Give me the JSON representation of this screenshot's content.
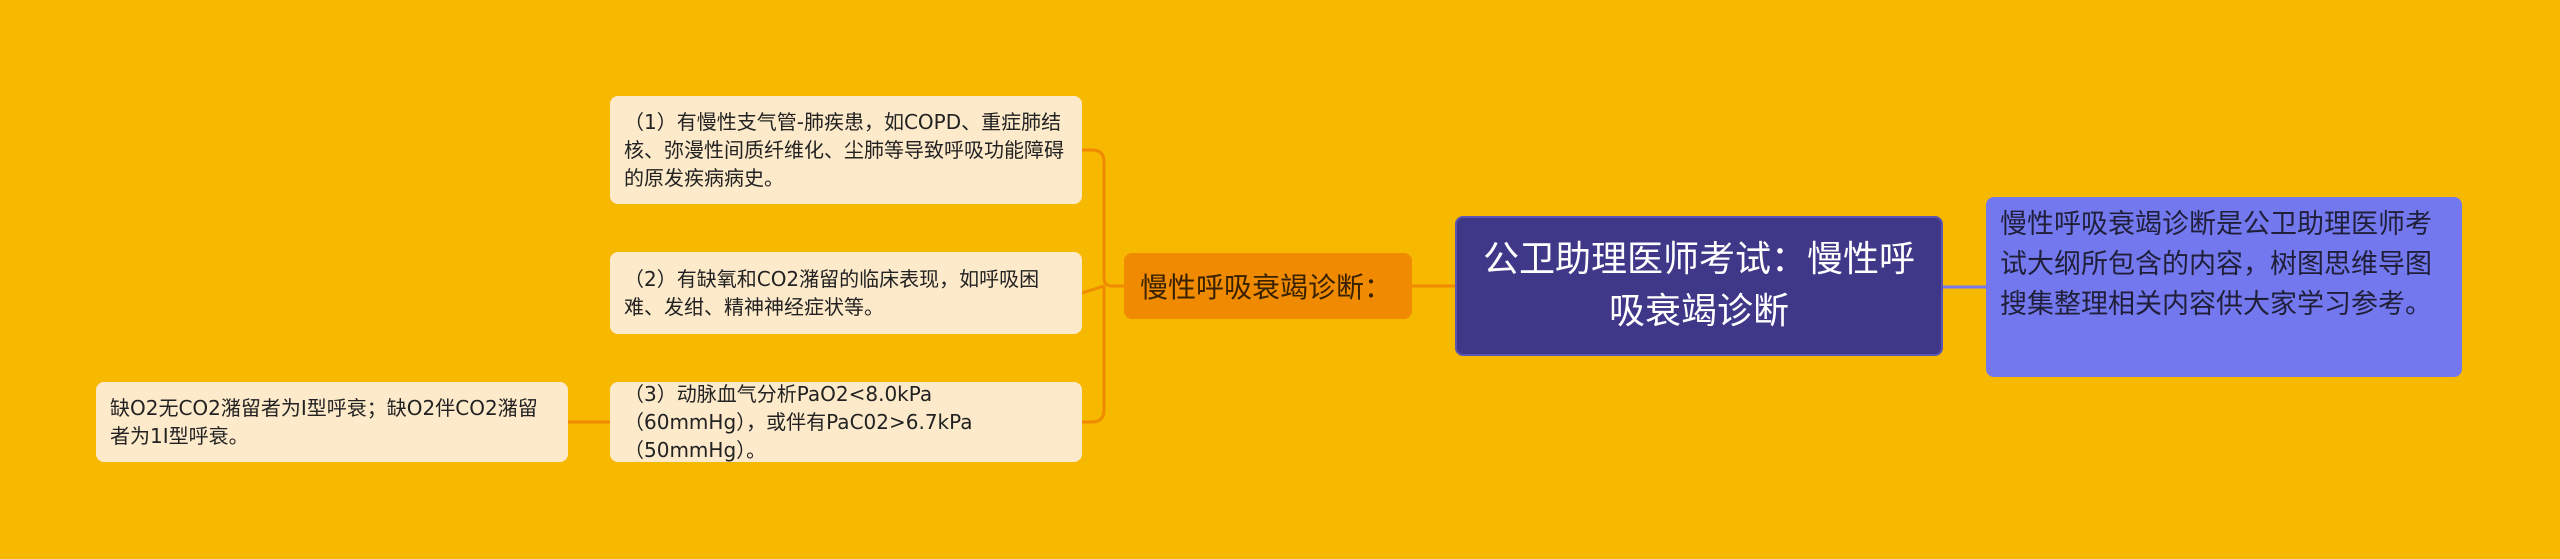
{
  "mindmap": {
    "root": {
      "label": "公卫助理医师考试：慢性呼吸衰竭诊断"
    },
    "description": {
      "text": "慢性呼吸衰竭诊断是公卫助理医师考试大纲所包含的内容，树图思维导图搜集整理相关内容供大家学习参考。"
    },
    "branch": {
      "label": "慢性呼吸衰竭诊断："
    },
    "leaves": [
      {
        "text": "（1）有慢性支气管-肺疾患，如COPD、重症肺结核、弥漫性间质纤维化、尘肺等导致呼吸功能障碍的原发疾病病史。"
      },
      {
        "text": "（2）有缺氧和CO2潴留的临床表现，如呼吸困难、发绀、精神神经症状等。"
      },
      {
        "text": "（3）动脉血气分析PaO2<8.0kPa（60mmHg），或伴有PaC02>6.7kPa（50mmHg）。"
      }
    ],
    "sub_leaf": {
      "text": "缺O2无CO2潴留者为I型呼衰；缺O2伴CO2潴留者为1I型呼衰。"
    }
  },
  "colors": {
    "background": "#F7B900",
    "root_fill": "#3F3889",
    "description_fill": "#7378EE",
    "branch_fill": "#F08A00",
    "leaf_fill": "#FDEACB",
    "connector_orange": "#F08A00",
    "connector_blue": "#7378EE"
  }
}
